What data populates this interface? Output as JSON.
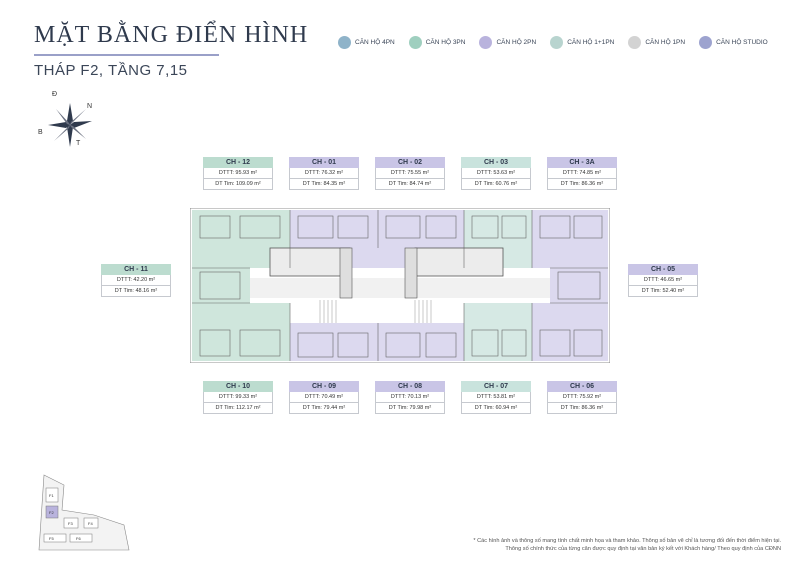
{
  "header": {
    "title": "MẶT BẰNG ĐIỂN HÌNH",
    "subtitle": "THÁP F2, TẦNG 7,15"
  },
  "legend": [
    {
      "label": "CĂN HỘ 4PN",
      "color": "#8fb3c9"
    },
    {
      "label": "CĂN HỘ 3PN",
      "color": "#9fcfbf"
    },
    {
      "label": "CĂN HỘ 2PN",
      "color": "#b9b3dd"
    },
    {
      "label": "CĂN HỘ 1+1PN",
      "color": "#b8d4cf"
    },
    {
      "label": "CĂN HỘ 1PN",
      "color": "#d3d3d3"
    },
    {
      "label": "CĂN HỘ STUDIO",
      "color": "#9da3cf"
    }
  ],
  "compass": {
    "n": "N",
    "d": "Đ",
    "b": "B",
    "t": "T"
  },
  "units": [
    {
      "id": "ch12",
      "name": "CH - 12",
      "dttt": "DTTT: 95.93 m²",
      "dttim": "DT Tim: 109.09 m²"
    },
    {
      "id": "ch01",
      "name": "CH - 01",
      "dttt": "DTTT: 76.32 m²",
      "dttim": "DT Tim: 84.35 m²"
    },
    {
      "id": "ch02",
      "name": "CH - 02",
      "dttt": "DTTT: 75.55 m²",
      "dttim": "DT Tim: 84.74 m²"
    },
    {
      "id": "ch03",
      "name": "CH - 03",
      "dttt": "DTTT: 53.63 m²",
      "dttim": "DT Tim: 60.76 m²"
    },
    {
      "id": "ch3a",
      "name": "CH - 3A",
      "dttt": "DTTT: 74.85 m²",
      "dttim": "DT Tim: 86.36 m²"
    },
    {
      "id": "ch11",
      "name": "CH - 11",
      "dttt": "DTTT: 42.20 m²",
      "dttim": "DT Tim: 48.16 m²"
    },
    {
      "id": "ch05",
      "name": "CH - 05",
      "dttt": "DTTT: 46.65 m²",
      "dttim": "DT Tim: 52.40 m²"
    },
    {
      "id": "ch10",
      "name": "CH - 10",
      "dttt": "DTTT: 99.33 m²",
      "dttim": "DT Tim: 112.17 m²"
    },
    {
      "id": "ch09",
      "name": "CH - 09",
      "dttt": "DTTT: 70.49 m²",
      "dttim": "DT Tim: 79.44 m²"
    },
    {
      "id": "ch08",
      "name": "CH - 08",
      "dttt": "DTTT: 70.13 m²",
      "dttim": "DT Tim: 79.98 m²"
    },
    {
      "id": "ch07",
      "name": "CH - 07",
      "dttt": "DTTT: 53.81 m²",
      "dttim": "DT Tim: 60.94 m²"
    },
    {
      "id": "ch06",
      "name": "CH - 06",
      "dttt": "DTTT: 75.92 m²",
      "dttim": "DT Tim: 86.36 m²"
    }
  ],
  "minimap_labels": [
    "F1",
    "F2",
    "F3",
    "F4",
    "F5",
    "F6"
  ],
  "footnote": {
    "line1": "* Các hình ảnh và thông số mang tính chất minh họa và tham khảo. Thông số bản vẽ chỉ là tương đối đến thời điểm hiện tại.",
    "line2": "Thông số chính thức của từng căn được quy định tại văn bản ký kết với Khách hàng/ Theo quy định của CĐNN"
  }
}
